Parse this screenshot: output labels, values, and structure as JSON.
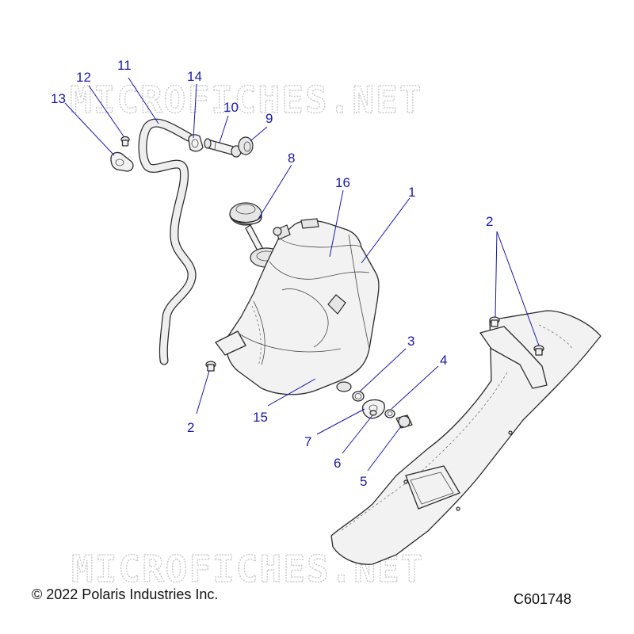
{
  "watermark_text": "MICROFICHES.NET",
  "footer": {
    "copyright": "© 2022 Polaris Industries Inc.",
    "drawing_id": "C601748"
  },
  "callouts": {
    "c1": "1",
    "c2_left": "2",
    "c2_right": "2",
    "c3": "3",
    "c4": "4",
    "c5": "5",
    "c6": "6",
    "c7": "7",
    "c8": "8",
    "c9": "9",
    "c10": "10",
    "c11": "11",
    "c12": "12",
    "c13": "13",
    "c14": "14",
    "c15": "15",
    "c16": "16"
  },
  "colors": {
    "callout": "#1a1aa6",
    "line": "#2b2b2b",
    "watermark": "#c9c9c9"
  }
}
